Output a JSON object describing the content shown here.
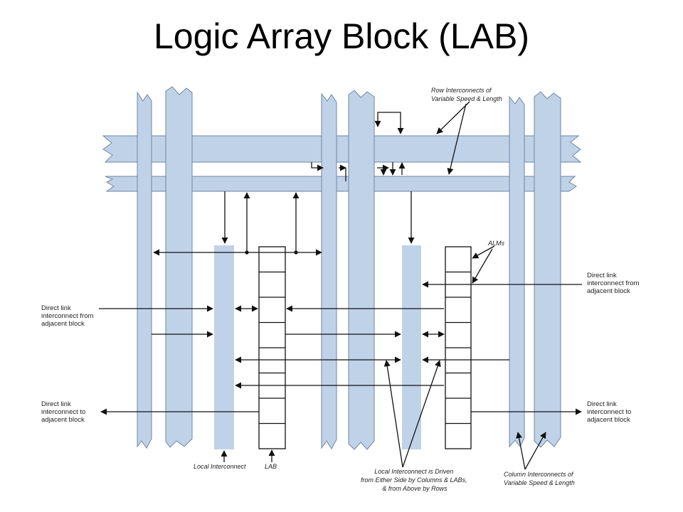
{
  "title": "Logic Array Block (LAB)",
  "colors": {
    "bus_fill": "#bfd2e8",
    "line": "#111111",
    "alm_fill": "#ffffff"
  },
  "labels": {
    "row_interconnects": [
      "Row Interconnects of",
      "Variable Speed & Length"
    ],
    "alms": "ALMs",
    "direct_link_from_left": [
      "Direct link",
      "interconnect from",
      "adjacent block"
    ],
    "direct_link_to_left": [
      "Direct link",
      "interconnect to",
      "adjacent block"
    ],
    "direct_link_from_right": [
      "Direct link",
      "interconnect from",
      "adjacent block"
    ],
    "direct_link_to_right": [
      "Direct link",
      "interconnect to",
      "adjacent block"
    ],
    "local_interconnect": "Local Interconnect",
    "lab": "LAB",
    "local_interconnect_driven": [
      "Local Interconnect is Driven",
      "from Either Side by Columns & LABs,",
      "& from Above by Rows"
    ],
    "column_interconnects": [
      "Column Interconnects of",
      "Variable Speed & Length"
    ]
  }
}
